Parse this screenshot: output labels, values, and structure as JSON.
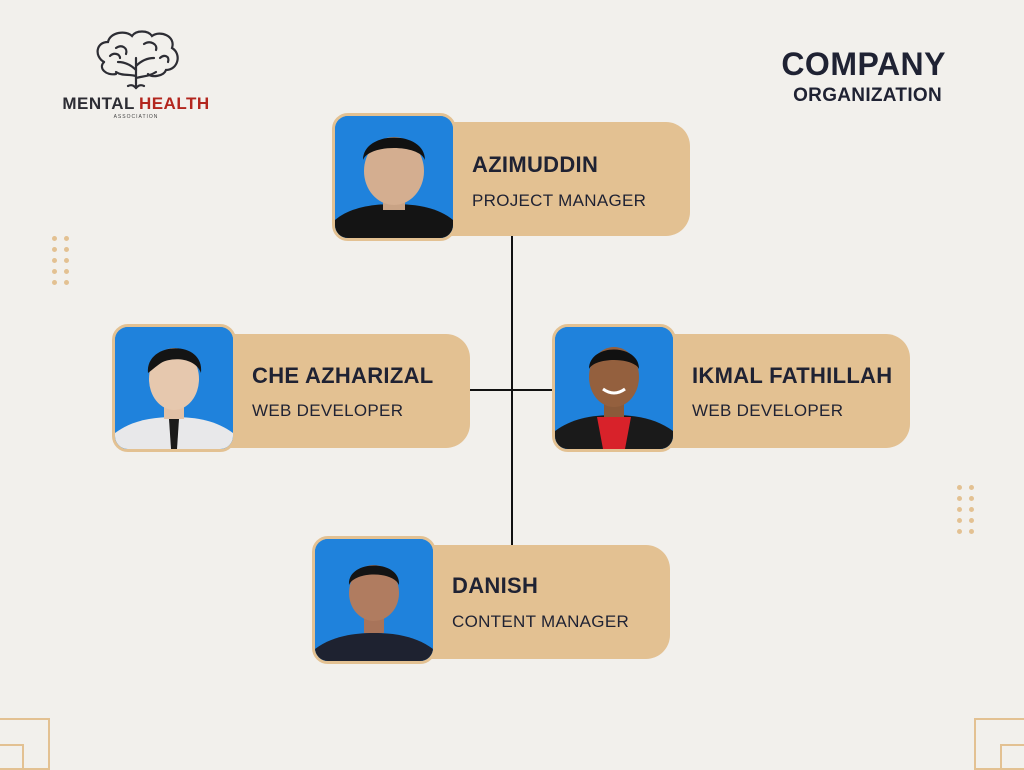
{
  "logo": {
    "word1": "MENTAL",
    "word2": "HEALTH",
    "sub": "ASSOCIATION"
  },
  "title": {
    "main": "COMPANY",
    "sub": "ORGANIZATION"
  },
  "members": {
    "top": {
      "name": "AZIMUDDIN",
      "role": "PROJECT MANAGER"
    },
    "left": {
      "name": "CHE AZHARIZAL",
      "role": "WEB DEVELOPER"
    },
    "right": {
      "name": "IKMAL FATHILLAH",
      "role": "WEB DEVELOPER"
    },
    "bottom": {
      "name": "DANISH",
      "role": "CONTENT MANAGER"
    }
  },
  "colors": {
    "background": "#f2f0ec",
    "card": "#e3c192",
    "text": "#1f2233",
    "accent": "#b3261e",
    "photo_bg": "#1d7fd9"
  }
}
